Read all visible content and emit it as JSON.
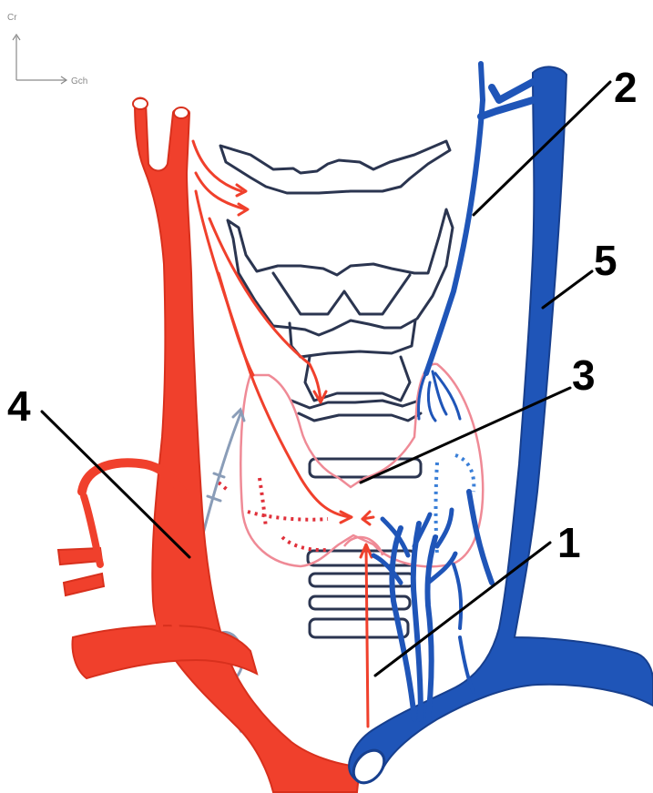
{
  "labels": {
    "l1": "1",
    "l2": "2",
    "l3": "3",
    "l4": "4",
    "l5": "5"
  },
  "orientation": {
    "cranial": "Cr",
    "left": "Gch"
  },
  "colors": {
    "artery": "#f0402c",
    "vein": "#1f55b8",
    "cartilage": "#2b3550",
    "thyroid": "#ef8a96",
    "nerve": "#8a9db8"
  }
}
